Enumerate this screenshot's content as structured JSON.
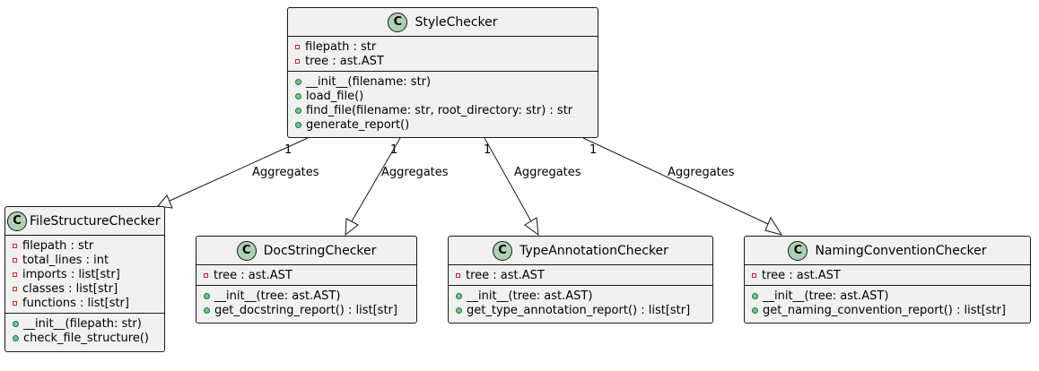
{
  "classes": {
    "style_checker": {
      "stereotype": "C",
      "name": "StyleChecker",
      "attributes": [
        "filepath : str",
        "tree : ast.AST"
      ],
      "methods": [
        "__init__(filename: str)",
        "load_file()",
        "find_file(filename: str, root_directory: str) : str",
        "generate_report()"
      ]
    },
    "file_structure_checker": {
      "stereotype": "C",
      "name": "FileStructureChecker",
      "attributes": [
        "filepath : str",
        "total_lines : int",
        "imports : list[str]",
        "classes : list[str]",
        "functions : list[str]"
      ],
      "methods": [
        "__init__(filepath: str)",
        "check_file_structure()"
      ]
    },
    "docstring_checker": {
      "stereotype": "C",
      "name": "DocStringChecker",
      "attributes": [
        "tree : ast.AST"
      ],
      "methods": [
        "__init__(tree: ast.AST)",
        "get_docstring_report() : list[str]"
      ]
    },
    "type_annotation_checker": {
      "stereotype": "C",
      "name": "TypeAnnotationChecker",
      "attributes": [
        "tree : ast.AST"
      ],
      "methods": [
        "__init__(tree: ast.AST)",
        "get_type_annotation_report() : list[str]"
      ]
    },
    "naming_convention_checker": {
      "stereotype": "C",
      "name": "NamingConventionChecker",
      "attributes": [
        "tree : ast.AST"
      ],
      "methods": [
        "__init__(tree: ast.AST)",
        "get_naming_convention_report() : list[str]"
      ]
    }
  },
  "relations": [
    {
      "from": "StyleChecker",
      "to": "FileStructureChecker",
      "multiplicity": "1",
      "label": "Aggregates"
    },
    {
      "from": "StyleChecker",
      "to": "DocStringChecker",
      "multiplicity": "1",
      "label": "Aggregates"
    },
    {
      "from": "StyleChecker",
      "to": "TypeAnnotationChecker",
      "multiplicity": "1",
      "label": "Aggregates"
    },
    {
      "from": "StyleChecker",
      "to": "NamingConventionChecker",
      "multiplicity": "1",
      "label": "Aggregates"
    }
  ],
  "colors": {
    "box_fill": "#f1f1f1",
    "border": "#181818",
    "class_badge": "#add1b2",
    "private_marker": "#c82930",
    "public_marker": "#84be84"
  }
}
